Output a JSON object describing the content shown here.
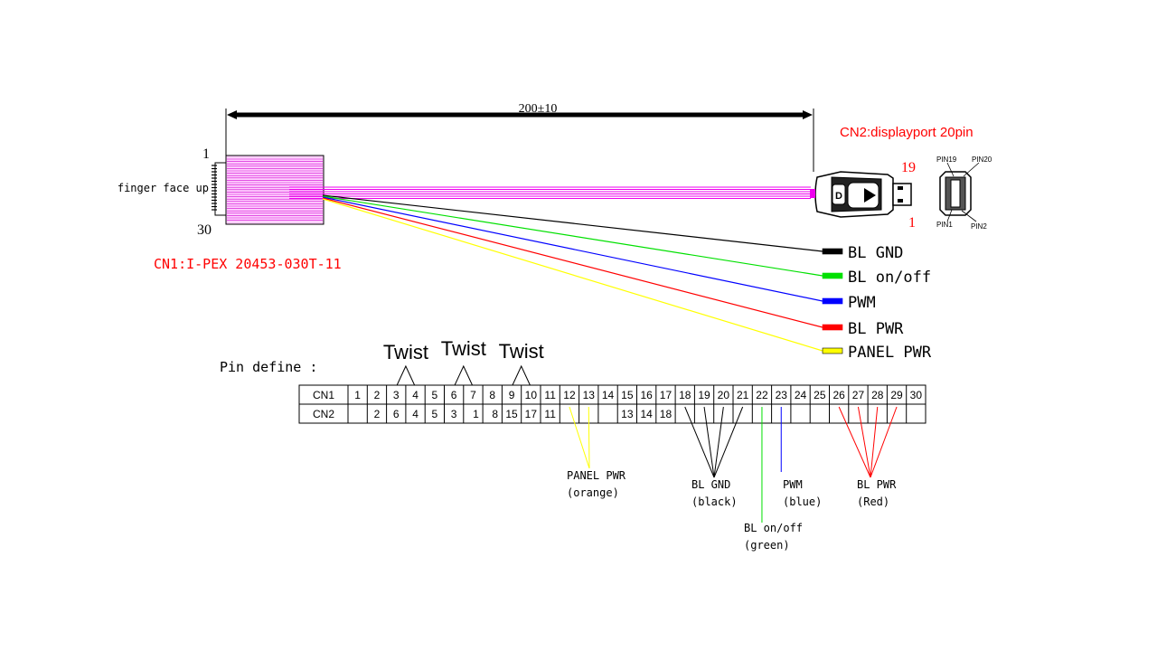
{
  "dimension": {
    "label": "200±10"
  },
  "cn2": {
    "title": "CN2:displayport 20pin",
    "pin_top": "19",
    "pin_bottom": "1",
    "detail_pin19": "PIN19",
    "detail_pin20": "PIN20",
    "detail_pin1": "PIN1",
    "detail_pin2": "PIN2",
    "logo_letter": "D"
  },
  "cn1": {
    "title": "CN1:I-PEX 20453-030T-11",
    "pin_top": "1",
    "pin_bottom": "30",
    "orientation_note": "finger face up"
  },
  "wires": [
    {
      "label": "BL GND",
      "color": "#000000"
    },
    {
      "label": "BL on/off",
      "color": "#00e000"
    },
    {
      "label": "PWM",
      "color": "#0000ff"
    },
    {
      "label": "BL PWR",
      "color": "#ff0000"
    },
    {
      "label": "PANEL PWR",
      "color": "#ffff00"
    }
  ],
  "bundle_color": "#ee00ee",
  "pin_define": {
    "title": "Pin define :",
    "twist_labels": [
      "Twist",
      "Twist",
      "Twist"
    ],
    "row_labels": [
      "CN1",
      "CN2"
    ],
    "cn1_row": [
      "1",
      "2",
      "3",
      "4",
      "5",
      "6",
      "7",
      "8",
      "9",
      "10",
      "11",
      "12",
      "13",
      "14",
      "15",
      "16",
      "17",
      "18",
      "19",
      "20",
      "21",
      "22",
      "23",
      "24",
      "25",
      "26",
      "27",
      "28",
      "29",
      "30"
    ],
    "cn2_row": [
      "",
      "2",
      "6",
      "4",
      "5",
      "3",
      "1",
      "8",
      "15",
      "17",
      "11",
      "",
      "",
      "",
      "13",
      "14",
      "18",
      "",
      "",
      "",
      "",
      "",
      "",
      "",
      "",
      "",
      "",
      "",
      "",
      ""
    ]
  },
  "callouts": [
    {
      "label": "PANEL PWR",
      "sublabel": "(orange)",
      "color": "#ffff00"
    },
    {
      "label": "BL GND",
      "sublabel": "(black)",
      "color": "#000000"
    },
    {
      "label": "BL on/off",
      "sublabel": "(green)",
      "color": "#00e000"
    },
    {
      "label": "PWM",
      "sublabel": "(blue)",
      "color": "#0000ff"
    },
    {
      "label": "BL PWR",
      "sublabel": "(Red)",
      "color": "#ff0000"
    }
  ]
}
